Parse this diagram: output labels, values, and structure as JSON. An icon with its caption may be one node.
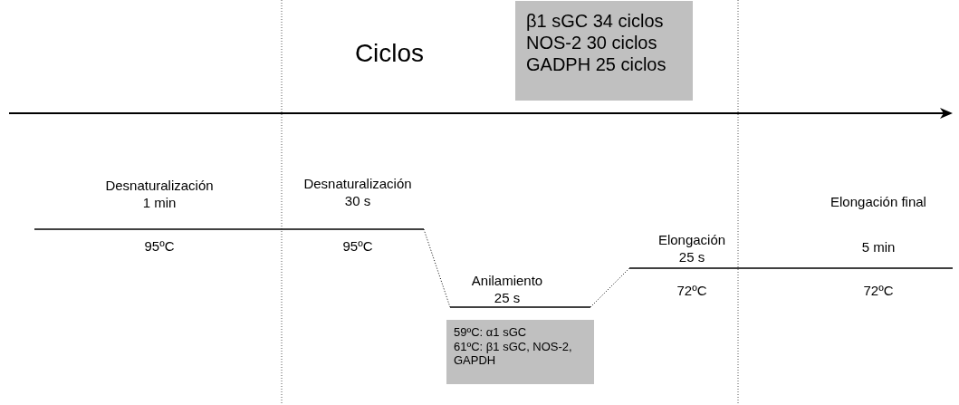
{
  "diagram": {
    "nodes": [
      {
        "text": [
          "β1 sGC 34 ciclos",
          "NOS-2 30 ciclos",
          "GADPH 25 ciclos"
        ]
      },
      {
        "text": [
          "59ºC: α1 sGC",
          "61ºC: β1 sGC, NOS-2, GAPDH"
        ]
      }
    ],
    "labels": [
      "Ciclos",
      "Desnaturalización 1 min",
      "Desnaturalización 30 s",
      "Elongación final",
      "95ºC",
      "95ºC",
      "Elongación 25 s",
      "5 min",
      "Anilamiento 25 s",
      "72ºC",
      "72ºC"
    ]
  }
}
